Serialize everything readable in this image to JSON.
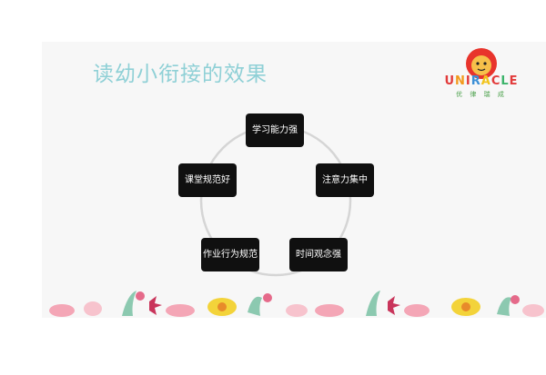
{
  "slide": {
    "title": "读幼小衔接的效果"
  },
  "logo": {
    "letters": [
      {
        "char": "U",
        "color": "#e23b3b"
      },
      {
        "char": "N",
        "color": "#f29a1c"
      },
      {
        "char": "I",
        "color": "#e23b3b"
      },
      {
        "char": "R",
        "color": "#3b8fd6"
      },
      {
        "char": "A",
        "color": "#f2c41c"
      },
      {
        "char": "C",
        "color": "#e23b3b"
      },
      {
        "char": "L",
        "color": "#3bb36a"
      },
      {
        "char": "E",
        "color": "#e23b3b"
      }
    ],
    "subtitle": "优 律 瑞 成"
  },
  "cycle": {
    "nodes": [
      {
        "label": "学习能力强"
      },
      {
        "label": "注意力集中"
      },
      {
        "label": "时间观念强"
      },
      {
        "label": "作业行为规范"
      },
      {
        "label": "课堂规范好"
      }
    ]
  },
  "colors": {
    "title": "#8fd0d6",
    "node_bg": "#101010",
    "circle": "#d5d5d5"
  }
}
